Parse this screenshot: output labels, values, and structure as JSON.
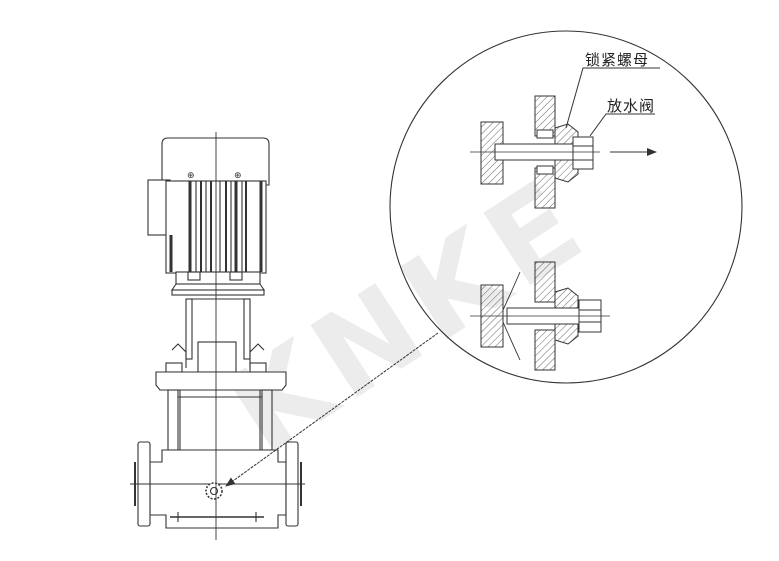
{
  "figure": {
    "type": "pump drain valve installation diagram",
    "watermark": "KNKE",
    "detail_view": {
      "labels": {
        "lock_nut": "锁紧螺母",
        "drain_valve": "放水阀"
      },
      "states": [
        "closed (top)",
        "open / draining (bottom)"
      ],
      "arrow": "right"
    },
    "colors": {
      "line": "#333333",
      "watermark": "#ececec",
      "background": "#ffffff"
    }
  }
}
